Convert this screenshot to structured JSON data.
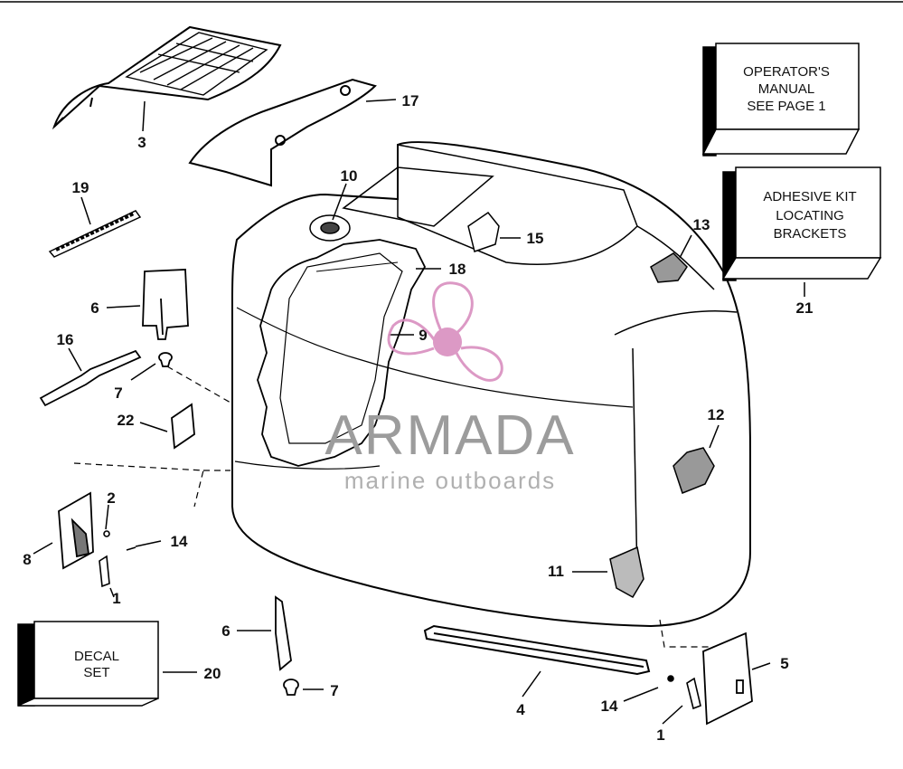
{
  "boxes": {
    "operators_manual": [
      "OPERATOR'S",
      "MANUAL",
      "SEE PAGE 1"
    ],
    "adhesive_kit": [
      "ADHESIVE KIT",
      "LOCATING",
      "BRACKETS"
    ],
    "decal_set": [
      "DECAL",
      "SET"
    ]
  },
  "callouts": {
    "c1a": "1",
    "c1b": "1",
    "c2": "2",
    "c3": "3",
    "c4": "4",
    "c5": "5",
    "c6a": "6",
    "c6b": "6",
    "c7a": "7",
    "c7b": "7",
    "c8": "8",
    "c9": "9",
    "c10": "10",
    "c11": "11",
    "c12": "12",
    "c13": "13",
    "c14a": "14",
    "c14b": "14",
    "c15": "15",
    "c16": "16",
    "c17": "17",
    "c18": "18",
    "c19": "19",
    "c20": "20",
    "c21": "21",
    "c22": "22"
  },
  "watermark": {
    "title": "ARMADA",
    "subtitle": "marine outboards",
    "accent_color": "#d98fbf"
  }
}
